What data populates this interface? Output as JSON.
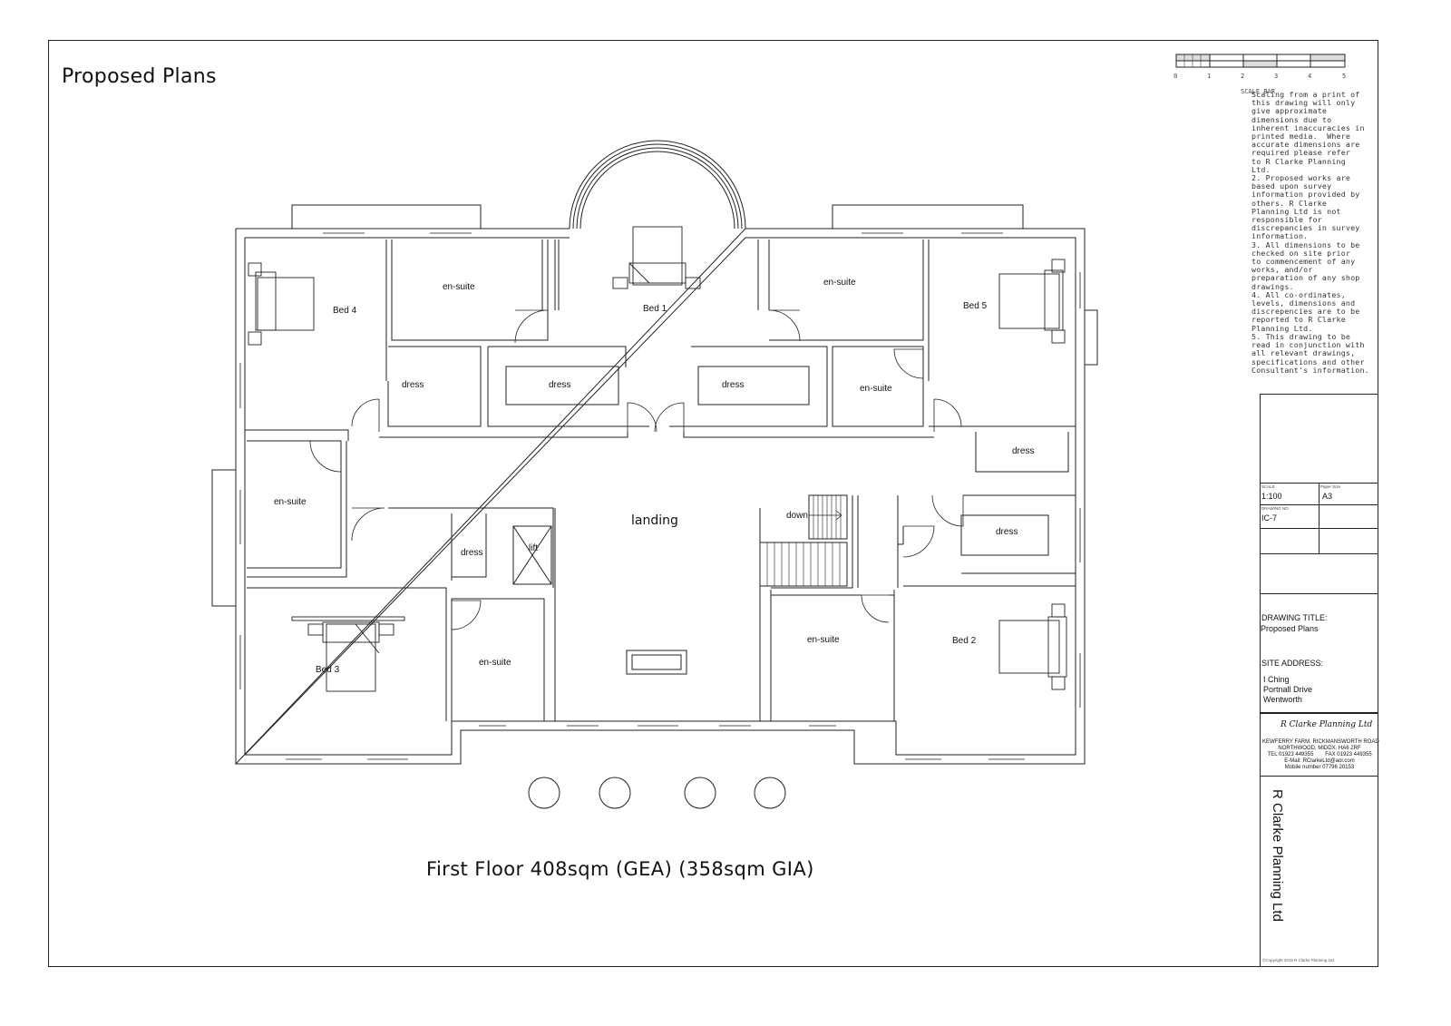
{
  "sheet": {
    "title": "Proposed Plans",
    "caption": "First Floor 408sqm (GEA) (358sqm GIA)"
  },
  "scale_bar": {
    "ticks": [
      "0",
      "1",
      "2",
      "3",
      "4",
      "5"
    ],
    "label": "SCALE BAR"
  },
  "notes": "Scaling from a print of\nthis drawing will only\ngive approximate\ndimensions due to\ninherent inaccuracies in\nprinted media.  Where\naccurate dimensions are\nrequired please refer\nto R Clarke Planning\nLtd.\n2. Proposed works are\nbased upon survey\ninformation provided by\nothers. R Clarke\nPlanning Ltd is not\nresponsible for\ndiscrepancies in survey\ninformation.\n3. All dimensions to be\nchecked on site prior\nto commencement of any\nworks, and/or\npreparation of any shop\ndrawings.\n4. All co-ordinates,\nlevels, dimensions and\ndiscrepencies are to be\nreported to R Clarke\nPlanning Ltd.\n5. This drawing to be\nread in conjunction with\nall relevant drawings,\nspecifications and other\nConsultant's information.",
  "title_block": {
    "scale_caption": "SCALE",
    "scale": "1:100",
    "paper_size_caption": "Paper Size",
    "paper_size": "A3",
    "drawing_no_caption": "DRAWING NO",
    "drawing_no": "IC-7",
    "drawing_title_label": "DRAWING TITLE:",
    "drawing_title": "Proposed Plans",
    "site_address_label": "SITE ADDRESS:",
    "site_address": [
      "I Ching",
      "Portnall Drive",
      "Wentworth"
    ],
    "firm_name": "R Clarke Planning Ltd",
    "firm_address_1": "KEWFERRY FARM, RICKMANSWORTH ROAD",
    "firm_address_2": "NORTHWOOD, MIDDX. HA6 2RF",
    "firm_tel": "TEL 01923 449355",
    "firm_fax": "FAX 01923 449355",
    "firm_email": "E-Mail: RClarkeLtd@aol.com",
    "firm_mobile": "Mobile number 07796 20153",
    "firm_vertical": "R Clarke Planning Ltd",
    "copyright": "©Copyright 2015 R Clarke Planning Ltd"
  },
  "rooms": {
    "bed4": "Bed 4",
    "ensuite_nw": "en-suite",
    "bed1": "Bed 1",
    "ensuite_ne": "en-suite",
    "bed5": "Bed 5",
    "dress_nw": "dress",
    "dress_nc": "dress",
    "dress_ne": "dress",
    "ensuite_e": "en-suite",
    "dress_e": "dress",
    "ensuite_w": "en-suite",
    "landing": "landing",
    "down": "down",
    "dress_se": "dress",
    "dress_sw": "dress",
    "lift": "lift",
    "bed3": "Bed 3",
    "ensuite_sw": "en-suite",
    "ensuite_s": "en-suite",
    "bed2": "Bed 2"
  }
}
